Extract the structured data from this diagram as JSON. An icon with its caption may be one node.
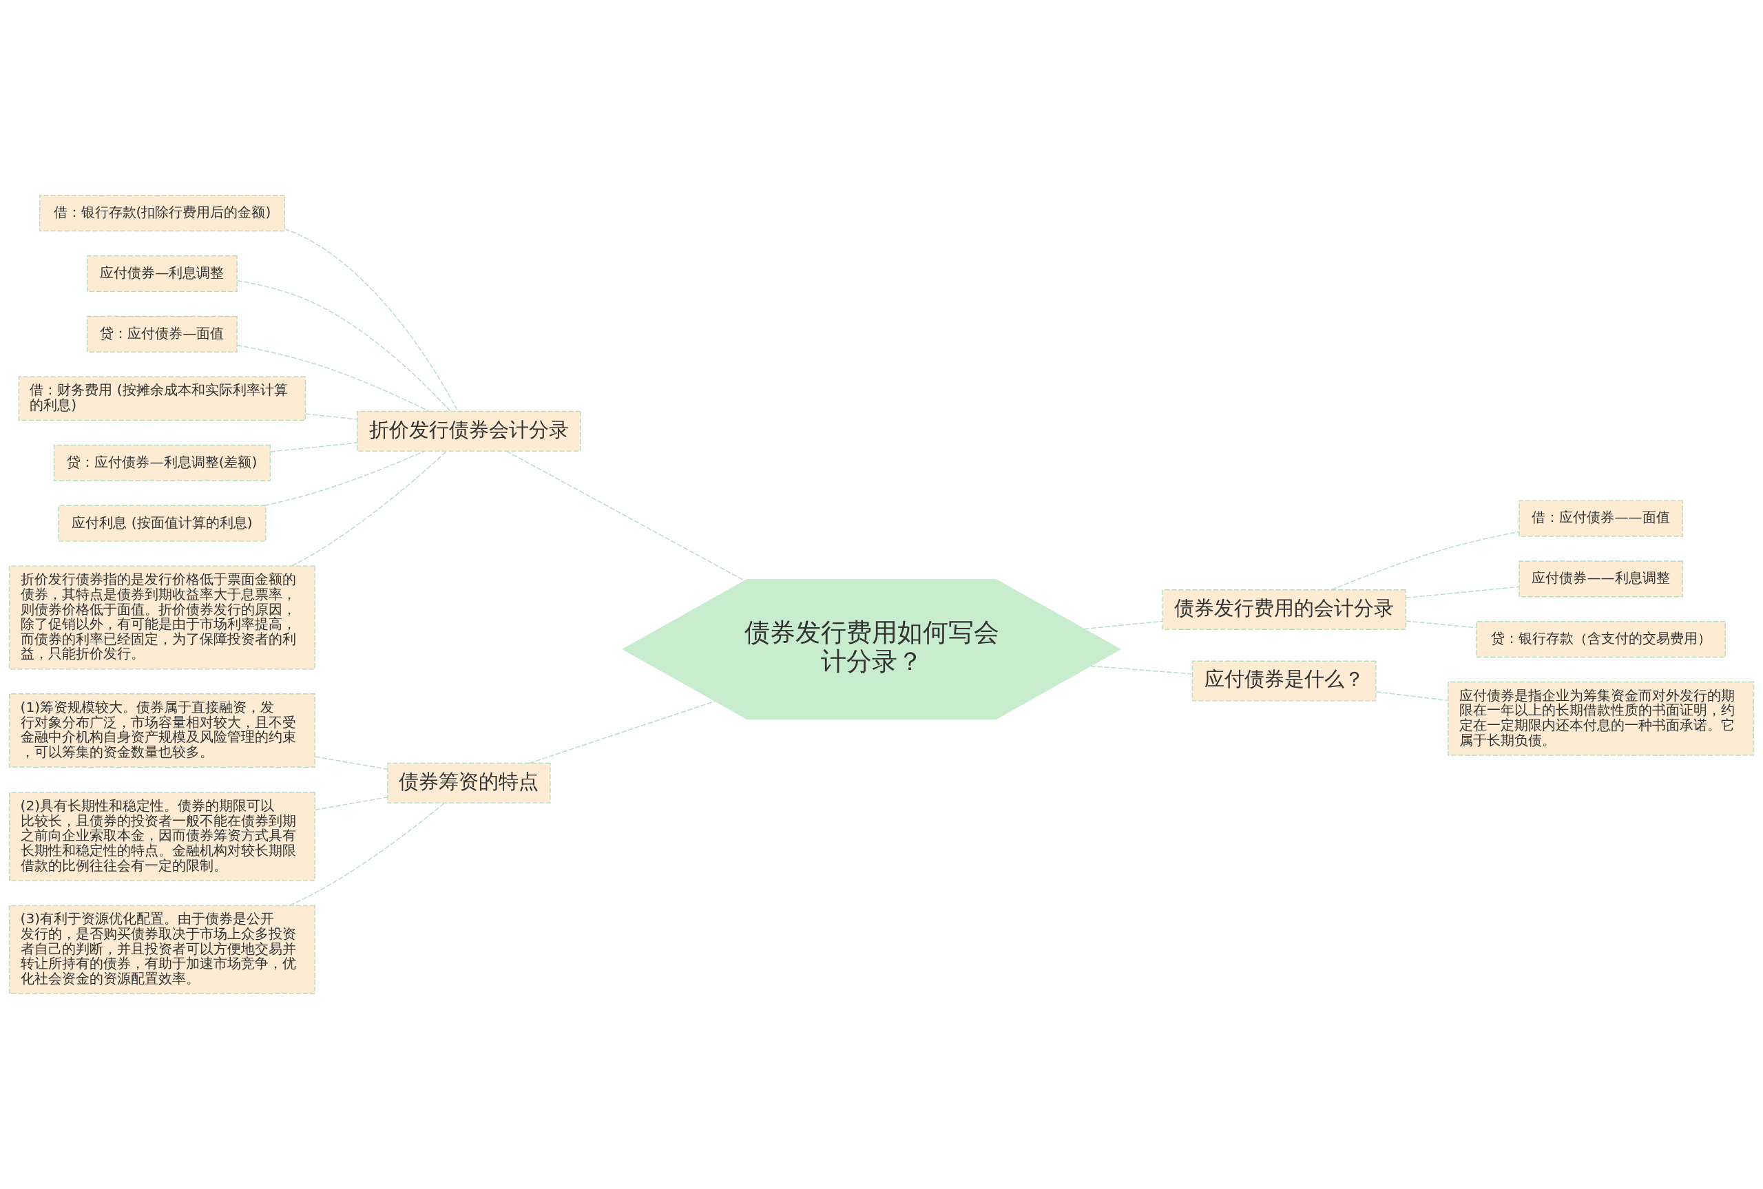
{
  "diagram": {
    "nodes": [
      {
        "text": [
          "债券发行费用如何写会计分录？"
        ]
      },
      {
        "text": [
          "折价发行债券会计分录"
        ]
      },
      {
        "text": [
          "借：银行存款(扣除行费用后的金额)"
        ]
      },
      {
        "text": [
          "应付债券—利息调整"
        ]
      },
      {
        "text": [
          "贷：应付债券—面值"
        ]
      },
      {
        "text": [
          "借：财务费用 (按摊余成本和实际利率计算的利息)"
        ]
      },
      {
        "text": [
          "贷：应付债券—利息调整(差额)"
        ]
      },
      {
        "text": [
          "应付利息 (按面值计算的利息)"
        ]
      },
      {
        "text": [
          "折价发行债券指的是发行价格低于票面金额的债券，其特点是债券到期收益率大于息票率，则债券价格低于面值。折价债券发行的原因，除了促销以外，有可能是由于市场利率提高，而债券的利率已经固定，为了保障投资者的利益，只能折价发行。"
        ]
      },
      {
        "text": [
          "债券筹资的特点"
        ]
      },
      {
        "text": [
          "(1)筹资规模较大。债券属于直接融资，发行对象分布广泛，市场容量相对较大，且不受金融中介机构自身资产规模及风险管理的约束，可以筹集的资金数量也较多。"
        ]
      },
      {
        "text": [
          "(2)具有长期性和稳定性。债券的期限可以比较长，且债券的投资者一般不能在债券到期之前向企业索取本金，因而债券筹资方式具有长期性和稳定性的特点。金融机构对较长期限借款的比例往往会有一定的限制。"
        ]
      },
      {
        "text": [
          "(3)有利于资源优化配置。由于债券是公开发行的，是否购买债券取决于市场上众多投资者自己的判断，并且投资者可以方便地交易并转让所持有的债券，有助于加速市场竞争，优化社会资金的资源配置效率。"
        ]
      },
      {
        "text": [
          "债券发行费用的会计分录"
        ]
      },
      {
        "text": [
          "借：应付债券——面值"
        ]
      },
      {
        "text": [
          "应付债券——利息调整"
        ]
      },
      {
        "text": [
          "贷：银行存款（含支付的交易费用）"
        ]
      },
      {
        "text": [
          "应付债券是什么？"
        ]
      },
      {
        "text": [
          "应付债券是指企业为筹集资金而对外发行的期限在一年以上的长期借款性质的书面证明，约定在一定期限内还本付息的一种书面承诺。它属于长期负债。"
        ]
      }
    ],
    "edges": [
      {
        "from": 1,
        "to": 0,
        "arrow": "none",
        "style": "dashed"
      },
      {
        "from": 2,
        "to": 1,
        "arrow": "none",
        "style": "dashed"
      },
      {
        "from": 3,
        "to": 1,
        "arrow": "none",
        "style": "dashed"
      },
      {
        "from": 4,
        "to": 1,
        "arrow": "none",
        "style": "dashed"
      },
      {
        "from": 5,
        "to": 1,
        "arrow": "none",
        "style": "dashed"
      },
      {
        "from": 6,
        "to": 1,
        "arrow": "none",
        "style": "dashed"
      },
      {
        "from": 7,
        "to": 1,
        "arrow": "none",
        "style": "dashed"
      },
      {
        "from": 8,
        "to": 1,
        "arrow": "none",
        "style": "dashed"
      },
      {
        "from": 9,
        "to": 0,
        "arrow": "none",
        "style": "dashed"
      },
      {
        "from": 10,
        "to": 9,
        "arrow": "none",
        "style": "dashed"
      },
      {
        "from": 11,
        "to": 9,
        "arrow": "none",
        "style": "dashed"
      },
      {
        "from": 12,
        "to": 9,
        "arrow": "none",
        "style": "dashed"
      },
      {
        "from": 0,
        "to": 13,
        "arrow": "none",
        "style": "dashed"
      },
      {
        "from": 13,
        "to": 14,
        "arrow": "none",
        "style": "dashed"
      },
      {
        "from": 13,
        "to": 15,
        "arrow": "none",
        "style": "dashed"
      },
      {
        "from": 13,
        "to": 16,
        "arrow": "none",
        "style": "dashed"
      },
      {
        "from": 0,
        "to": 17,
        "arrow": "none",
        "style": "dashed"
      },
      {
        "from": 17,
        "to": 18,
        "arrow": "none",
        "style": "dashed"
      }
    ]
  }
}
